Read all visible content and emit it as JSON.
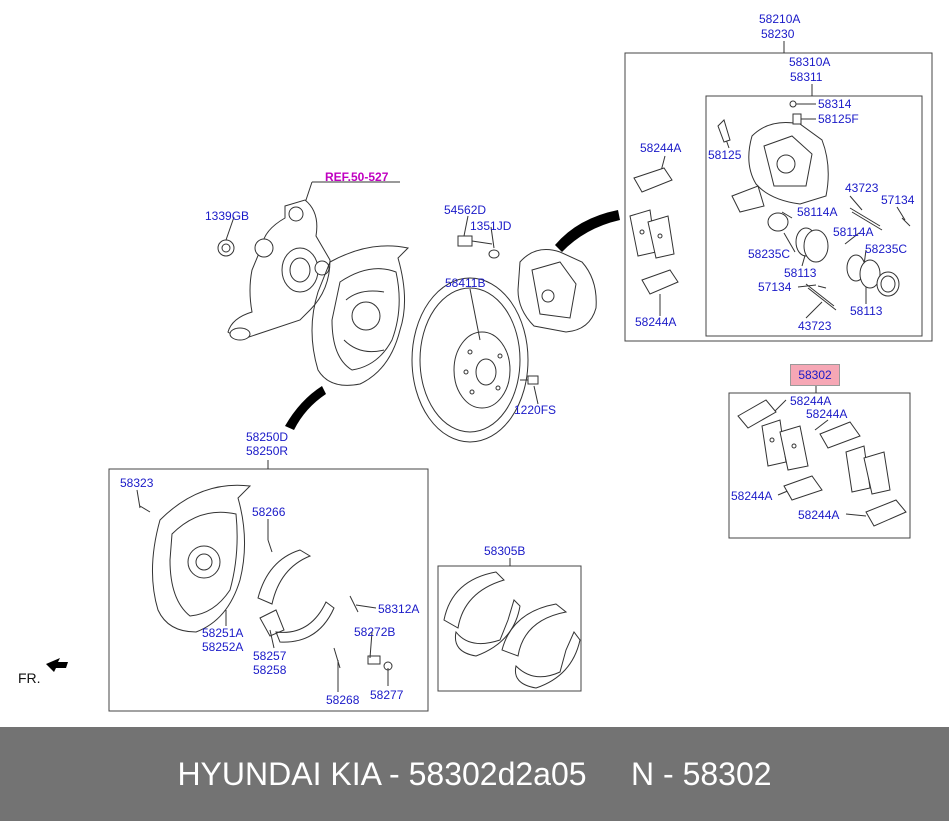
{
  "callouts": {
    "c58210a": "58210A",
    "c58230": "58230",
    "c58310a": "58310A",
    "c58311": "58311",
    "c58314": "58314",
    "c58125f": "58125F",
    "c58125": "58125",
    "c58244a_1": "58244A",
    "c58244a_2": "58244A",
    "c43723_1": "43723",
    "c57134_1": "57134",
    "c58114a_1": "58114A",
    "c58114a_2": "58114A",
    "c58235c_1": "58235C",
    "c58235c_2": "58235C",
    "c58113_1": "58113",
    "c58113_2": "58113",
    "c57134_2": "57134",
    "c43723_2": "43723",
    "c1339gb": "1339GB",
    "c54562d": "54562D",
    "c1351jd": "1351JD",
    "c58411b": "58411B",
    "c1220fs": "1220FS",
    "c58302": "58302",
    "c58244a_3": "58244A",
    "c58244a_4": "58244A",
    "c58244a_5": "58244A",
    "c58244a_6": "58244A",
    "c58250d": "58250D",
    "c58250r": "58250R",
    "c58323": "58323",
    "c58266": "58266",
    "c58312a": "58312A",
    "c58272b": "58272B",
    "c58251a": "58251A",
    "c58252a": "58252A",
    "c58257": "58257",
    "c58258": "58258",
    "c58268": "58268",
    "c58277": "58277",
    "c58305b": "58305B"
  },
  "ref_label": "REF.50-527",
  "direction_label": "FR.",
  "footer_text": "HYUNDAI KIA - 58302d2a05     N - 58302",
  "colors": {
    "label": "#1a1ac8",
    "ref": "#c000c0",
    "highlight": "#f6a7b5",
    "footer_bg": "#737373"
  }
}
